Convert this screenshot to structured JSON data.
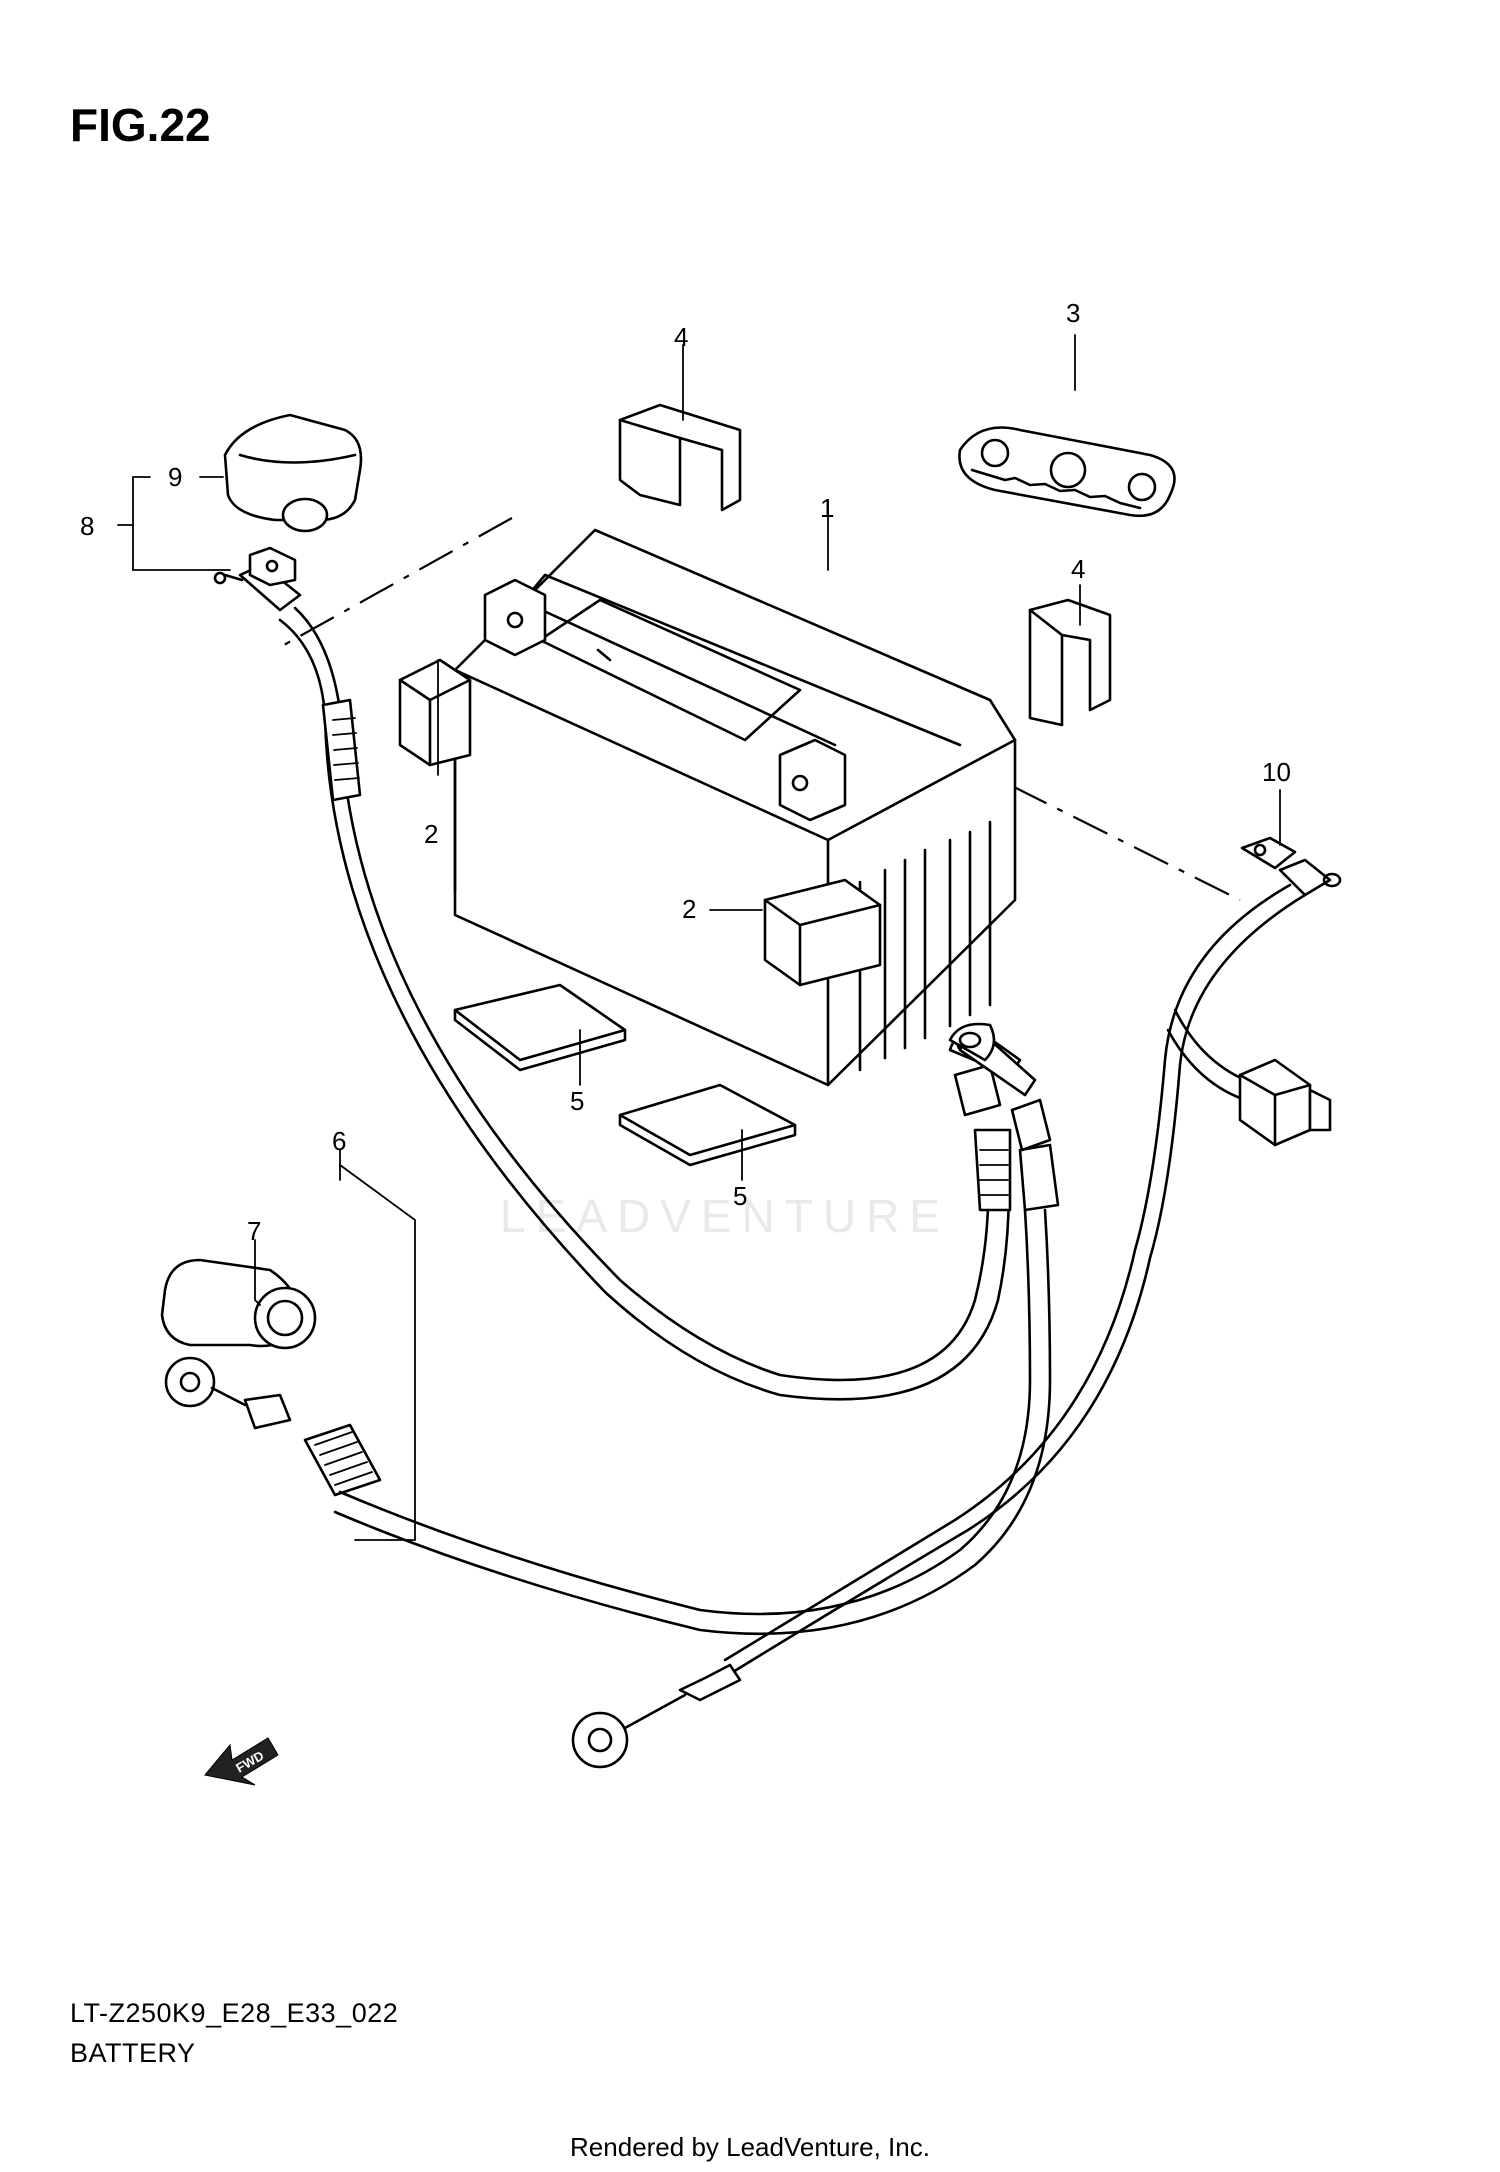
{
  "figure": {
    "title": "FIG.22"
  },
  "footer": {
    "model_code": "LT-Z250K9_E28_E33_022",
    "caption": "BATTERY",
    "credit": "Rendered by LeadVenture, Inc."
  },
  "watermark": {
    "text": "LEADVENTURE"
  },
  "fwd_label": "FWD",
  "callouts": {
    "c1": "1",
    "c2a": "2",
    "c2b": "2",
    "c3": "3",
    "c4a": "4",
    "c4b": "4",
    "c5a": "5",
    "c5b": "5",
    "c6": "6",
    "c7": "7",
    "c8": "8",
    "c9": "9",
    "c10": "10"
  },
  "colors": {
    "ink": "#000000",
    "background": "#ffffff",
    "watermark": "#e9e9e9"
  }
}
